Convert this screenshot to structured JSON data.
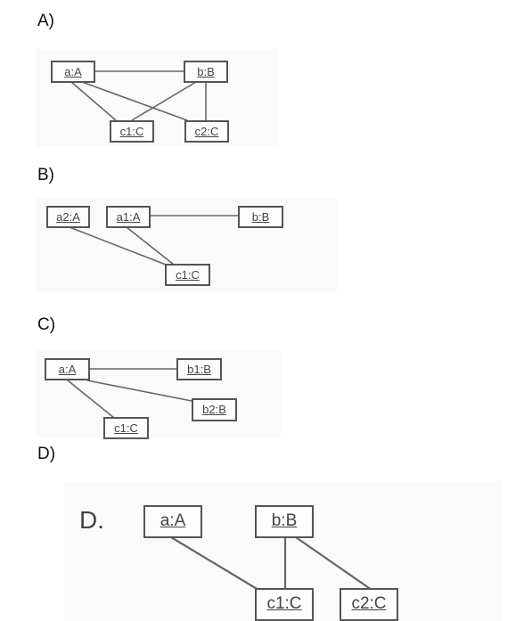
{
  "options": {
    "a": {
      "label": "A)",
      "objects": {
        "a": "a:A",
        "b": "b:B",
        "c1": "c1:C",
        "c2": "c2:C"
      }
    },
    "b": {
      "label": "B)",
      "objects": {
        "a2": "a2:A",
        "a1": "a1:A",
        "b": "b:B",
        "c1": "c1:C"
      }
    },
    "c": {
      "label": "C)",
      "objects": {
        "a": "a:A",
        "b1": "b1:B",
        "b2": "b2:B",
        "c1": "c1:C"
      }
    },
    "d": {
      "label": "D)",
      "tag": "D.",
      "objects": {
        "a": "a:A",
        "b": "b:B",
        "c1": "c1:C",
        "c2": "c2:C"
      }
    }
  }
}
